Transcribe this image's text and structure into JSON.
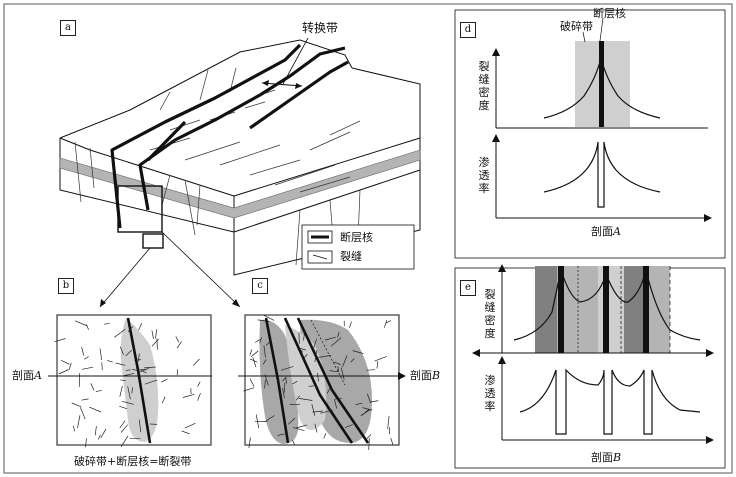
{
  "panels": {
    "a": "a",
    "b": "b",
    "c": "c",
    "d": "d",
    "e": "e"
  },
  "labels": {
    "transition_zone": "转换带",
    "legend_fault_core": "断层核",
    "legend_fracture": "裂缝",
    "profile_a_prefix": "剖面",
    "profile_a_letter": "A",
    "profile_b_prefix": "剖面",
    "profile_b_letter": "B",
    "fault_zone_formula": "破碎带+断层核=断裂带",
    "d_damage_zone": "破碎带",
    "d_fault_core": "断层核",
    "fracture_density": "裂缝密度",
    "permeability": "渗透率"
  },
  "colors": {
    "line": "#111111",
    "light_gray": "#cfcfcf",
    "mid_gray": "#a8a8a8",
    "dark_gray": "#808080",
    "stratum": "#b4b4b4"
  }
}
